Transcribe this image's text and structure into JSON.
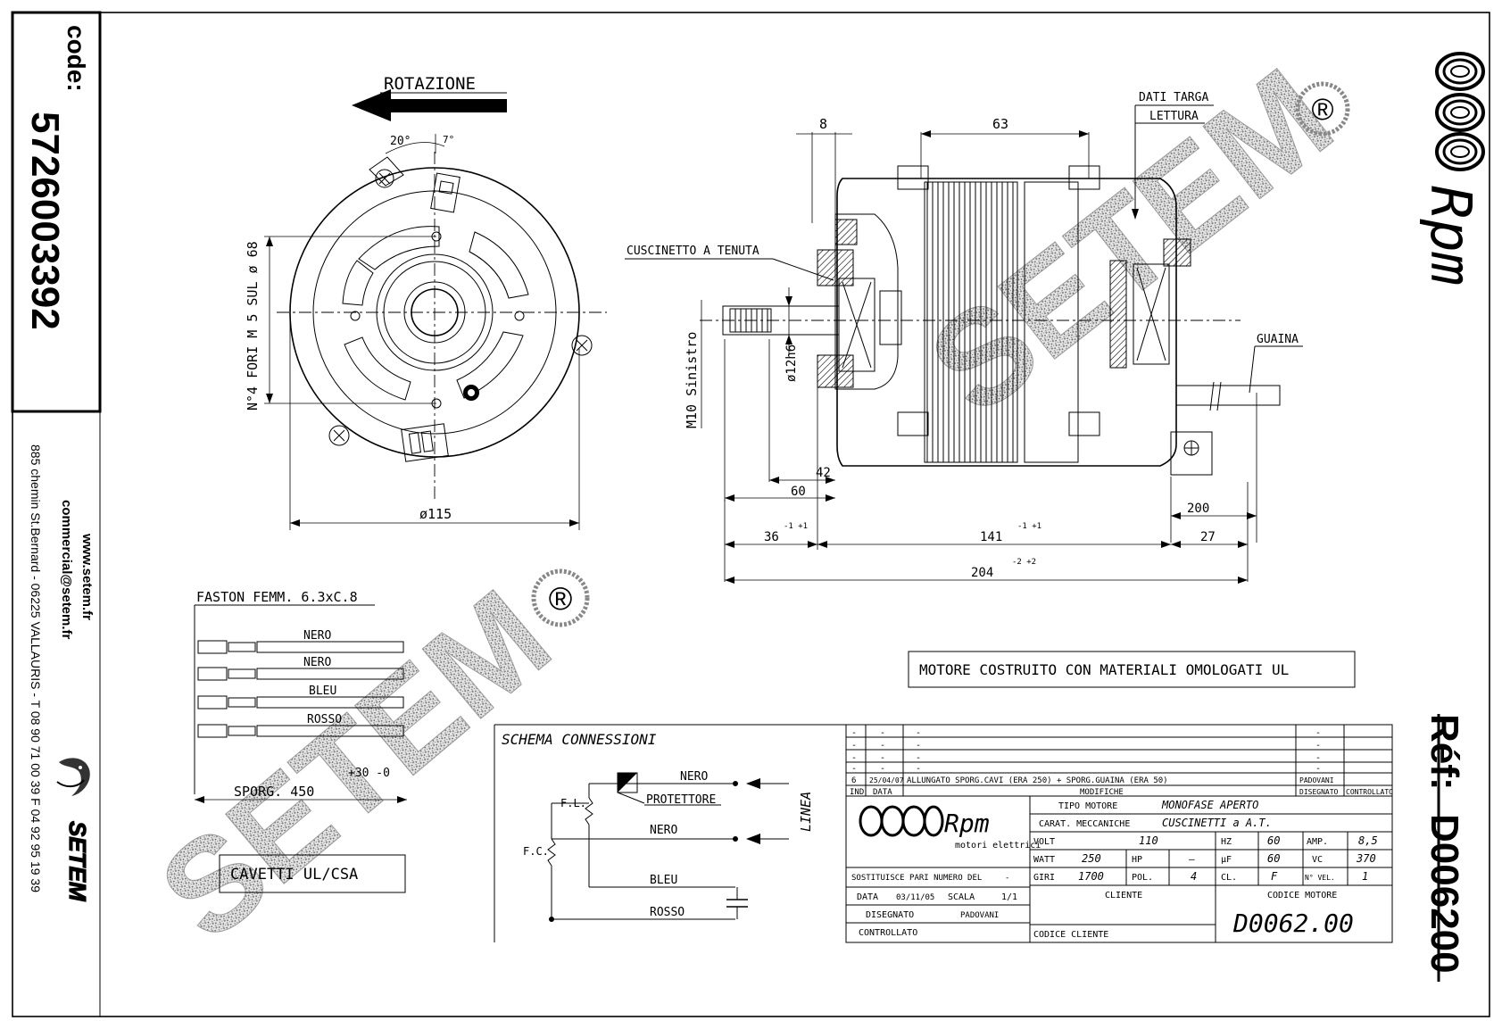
{
  "sidebar": {
    "code_label": "code:",
    "code_value": "5726003392",
    "website": "www.setem.fr",
    "email": "commercial@setem.fr",
    "address": "885 chemin St.Bernard - 06225 VALLAURIS - T 08 90 71 00 39  F 04 92 95 19 39",
    "brand": "SETEM"
  },
  "right_panel": {
    "brand": "Rpm",
    "ref_label": "Réf:",
    "ref_value": "D006200"
  },
  "watermark": {
    "text": "SETEM",
    "symbol": "®"
  },
  "front_view": {
    "rotation": "ROTAZIONE",
    "angle_20": "20°",
    "angle_7": "7°",
    "holes": "N°4 FORI M 5 SUL ø 68",
    "diameter": "ø115"
  },
  "side_view": {
    "dim_8": "8",
    "dim_63": "63",
    "nameplate": "DATI TARGA",
    "reading": "LETTURA",
    "bearing": "CUSCINETTO A TENUTA",
    "sheath": "GUAINA",
    "shaft_dia": "ø12h6",
    "thread": "M10 Sinistro",
    "dim_42": "42",
    "dim_60": "60",
    "dim_200": "200",
    "dim_36": "36",
    "tol_36": "-1 +1",
    "dim_141": "141",
    "tol_141": "-1 +1",
    "dim_27": "27",
    "dim_204": "204",
    "tol_204": "-2 +2"
  },
  "wiring": {
    "faston": "FASTON FEMM. 6.3xC.8",
    "wires": [
      "NERO",
      "NERO",
      "BLEU",
      "ROSSO"
    ],
    "sporg_label": "SPORG. 450",
    "sporg_tol": "+30 -0",
    "cables": "CAVETTI UL/CSA"
  },
  "certification": "MOTORE COSTRUITO CON MATERIALI OMOLOGATI UL",
  "schema": {
    "title": "SCHEMA CONNESSIONI",
    "nero_top": "NERO",
    "protector": "PROTETTORE",
    "fl": "F.L.",
    "fc": "F.C.",
    "nero_mid": "NERO",
    "linea": "LINEA",
    "bleu": "BLEU",
    "rosso": "ROSSO"
  },
  "title_block": {
    "revision_rows": [
      {
        "num": "-",
        "date": "-",
        "desc": "-",
        "by": "-"
      },
      {
        "num": "-",
        "date": "-",
        "desc": "-",
        "by": "-"
      },
      {
        "num": "-",
        "date": "-",
        "desc": "-",
        "by": "-"
      },
      {
        "num": "-",
        "date": "-",
        "desc": "-",
        "by": "-"
      },
      {
        "num": "6",
        "date": "25/04/07",
        "desc": "ALLUNGATO SPORG.CAVI (ERA 250) + SPORG.GUAINA (ERA 50)",
        "by": "PADOVANI"
      }
    ],
    "header": {
      "ind": "IND",
      "date": "DATA",
      "changes": "MODIFICHE",
      "drawn": "DISEGNATO",
      "checked": "CONTROLLATO"
    },
    "logo_brand": "Rpm",
    "logo_sub": "motori elettrici",
    "motor_type_label": "TIPO MOTORE",
    "motor_type_value": "MONOFASE APERTO",
    "mech_label": "CARAT. MECCANICHE",
    "mech_value": "CUSCINETTI a A.T.",
    "specs": [
      {
        "label": "VOLT",
        "value": "110",
        "label2": "HZ",
        "value2": "60",
        "label3": "AMP.",
        "value3": "8,5"
      },
      {
        "label": "WATT",
        "value": "250",
        "label2": "HP",
        "value2b": "—",
        "label2b": "µF",
        "value2": "60",
        "label3": "VC",
        "value3": "370"
      },
      {
        "label": "GIRI",
        "value": "1700",
        "label2": "POL.",
        "value2b": "4",
        "label2b": "CL.",
        "value2": "F",
        "label3": "N° VEL.",
        "value3": "1"
      }
    ],
    "replaces_label": "SOSTITUISCE PARI NUMERO DEL",
    "replaces_value": "-",
    "date_label": "DATA",
    "date_value": "03/11/05",
    "scale_label": "SCALA",
    "scale_value": "1/1",
    "drawn_label": "DISEGNATO",
    "drawn_value": "PADOVANI",
    "checked_label": "CONTROLLATO",
    "client_label": "CLIENTE",
    "client_code_label": "CODICE CLIENTE",
    "motor_code_label": "CODICE MOTORE",
    "motor_code_value": "D0062.00"
  }
}
